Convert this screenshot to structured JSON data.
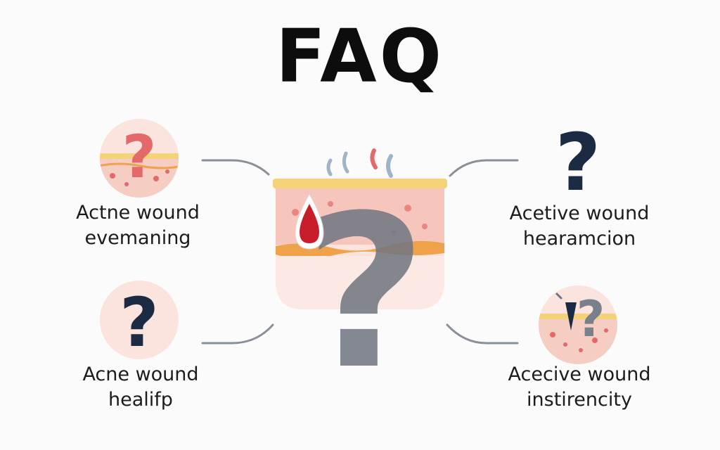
{
  "title": "FAQ",
  "items": [
    {
      "line1": "Actne wound",
      "line2": "evemaning"
    },
    {
      "line1": "Acne wound",
      "line2": "healifp"
    },
    {
      "line1": "Acetive wound",
      "line2": "hearamcion"
    },
    {
      "line1": "Acecive wound",
      "line2": "instirencity"
    }
  ],
  "icons": {
    "top_left": "skin-question-icon",
    "bottom_left": "question-mark-icon",
    "top_right": "question-mark-icon",
    "bottom_right": "skin-blemish-question-icon",
    "center": "skin-wound-question-icon"
  },
  "colors": {
    "navy": "#1b2b44",
    "coral": "#e46a6a",
    "skin": "#f6c6bd",
    "yellow": "#f4d27a",
    "orange": "#f0a24a",
    "blood": "#c81e2c",
    "gray": "#6f7580"
  }
}
